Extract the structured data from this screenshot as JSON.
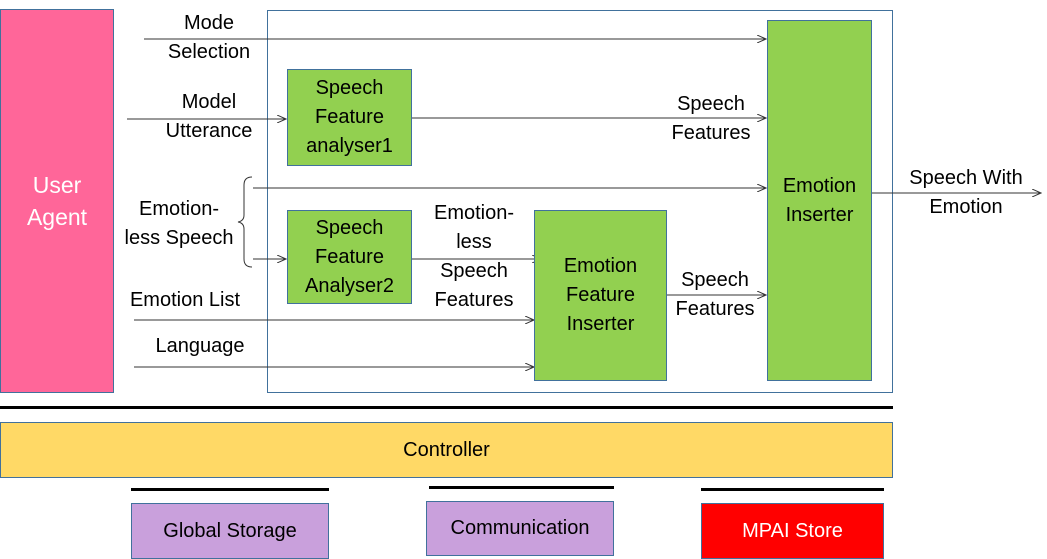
{
  "colors": {
    "user_agent": "#ff6699",
    "module": "#92d050",
    "controller": "#ffd966",
    "storage": "#c9a0dc",
    "mpai_store": "#ff0000",
    "border": "#41719c"
  },
  "user_agent": {
    "label": "User\nAgent"
  },
  "inputs": {
    "mode_selection": "Mode\nSelection",
    "model_utterance": "Model\nUtterance",
    "emotionless_speech": "Emotion-\nless Speech",
    "emotion_list": "Emotion List",
    "language": "Language"
  },
  "modules": {
    "analyser1": "Speech\nFeature\nanalyser1",
    "analyser2": "Speech\nFeature\nAnalyser2",
    "feature_inserter": "Emotion\nFeature\nInserter",
    "emotion_inserter": "Emotion\nInserter"
  },
  "flows": {
    "speech_features_1": "Speech\nFeatures",
    "emotionless_features": "Emotion-\nless\nSpeech\nFeatures",
    "speech_features_2": "Speech\nFeatures",
    "output": "Speech With\nEmotion"
  },
  "controller": {
    "label": "Controller"
  },
  "services": {
    "global_storage": "Global Storage",
    "communication": "Communication",
    "mpai_store": "MPAI Store"
  }
}
